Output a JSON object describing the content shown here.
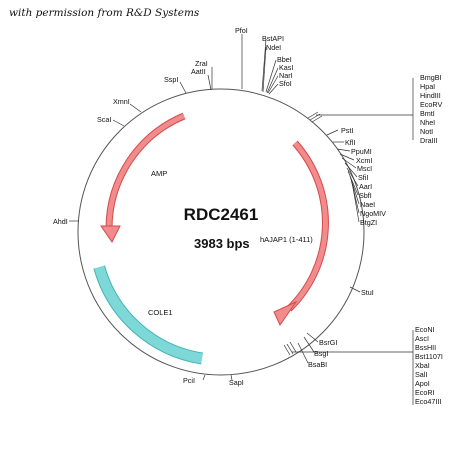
{
  "credit": "with permission from R&D Systems",
  "plasmid": {
    "name": "RDC2461",
    "size": "3983 bps",
    "insert_label": "hAJAP1 (1-411)"
  },
  "features": {
    "amp": "AMP",
    "cole1": "COLE1"
  },
  "sites": {
    "pfol": "PfoI",
    "bstapi": "BstAPI",
    "ndei": "NdeI",
    "bbei": "BbeI",
    "kasi": "KasI",
    "nari": "NarI",
    "sfoi": "SfoI",
    "zrai": "ZraI",
    "aatii": "AatII",
    "sspi": "SspI",
    "xmni": "XmnI",
    "scai": "ScaI",
    "ahdi": "AhdI",
    "psti": "PstI",
    "kfli": "KflI",
    "ppumi": "PpuMI",
    "xcmi": "XcmI",
    "msci": "MscI",
    "sfii": "SfiI",
    "aari": "AarI",
    "sbfi": "SbfI",
    "naei": "NaeI",
    "ngomiv": "NgoMIV",
    "btgzi": "BtgZI",
    "stui": "StuI",
    "bsrgi": "BsrGI",
    "bsgi": "BsgI",
    "bsabi": "BsaBI",
    "sapi": "SapI",
    "pcii": "PciI"
  },
  "mcs_top": [
    "BmgBI",
    "HpaI",
    "HindIII",
    "EcoRV",
    "BmtI",
    "NheI",
    "NotI",
    "DraIII"
  ],
  "mcs_bottom": [
    "EcoNI",
    "AscI",
    "BssHII",
    "Bst1107I",
    "XbaI",
    "SalI",
    "ApoI",
    "EcoRI",
    "Eco47III"
  ],
  "colors": {
    "orf_fill": "#f28b8b",
    "orf_stroke": "#d34b4b",
    "ori_fill": "#7fd8d8",
    "ori_stroke": "#3eb3b3",
    "backbone": "#555555"
  }
}
